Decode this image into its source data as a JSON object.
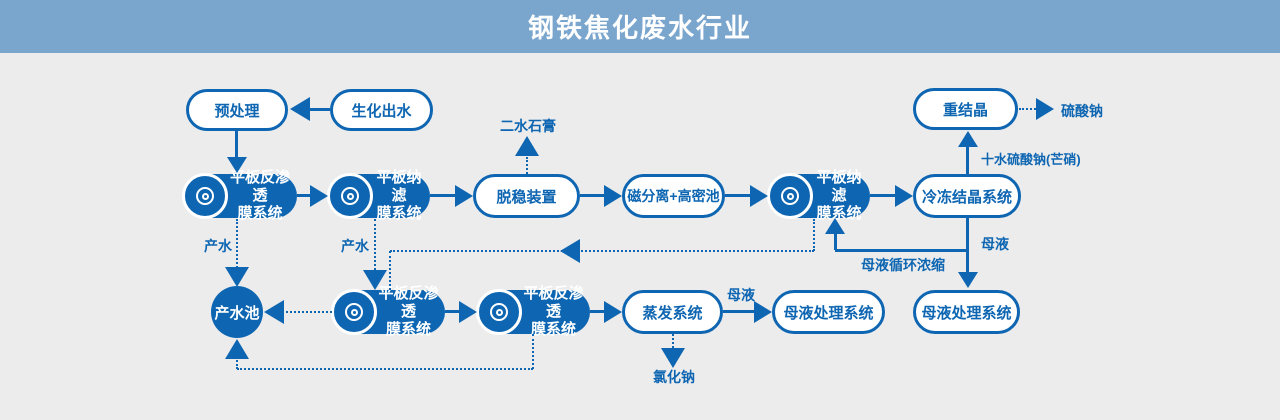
{
  "header": {
    "title": "钢铁焦化废水行业"
  },
  "colors": {
    "primary_blue": "#0e66b2",
    "header_bg": "#7aa6ce",
    "canvas_bg": "#ececec"
  },
  "nodes": {
    "yuchuli": {
      "label": "预处理"
    },
    "shenghua": {
      "label": "生化出水"
    },
    "chongjiejing": {
      "label": "重结晶"
    },
    "ro1": {
      "label": "平板反渗透\n膜系统"
    },
    "nf1": {
      "label": "平板纳滤\n膜系统"
    },
    "tuowen": {
      "label": "脱稳装置"
    },
    "cifenli": {
      "label": "磁分离+高密池"
    },
    "nf2": {
      "label": "平板纳滤\n膜系统"
    },
    "lengdong": {
      "label": "冷冻结晶系统"
    },
    "chanshuichi": {
      "label": "产水池"
    },
    "ro2": {
      "label": "平板反渗透\n膜系统"
    },
    "ro3": {
      "label": "平板反渗透\n膜系统"
    },
    "zhengfa": {
      "label": "蒸发系统"
    },
    "muye1": {
      "label": "母液处理系统"
    },
    "muye2": {
      "label": "母液处理系统"
    }
  },
  "edge_labels": {
    "ershuishigao": "二水石膏",
    "liusuanna": "硫酸钠",
    "shishuiliusuanna": "十水硫酸钠(芒硝)",
    "chanshui1": "产水",
    "chanshui2": "产水",
    "muye_right": "母液",
    "muyexunhuan": "母液循环浓缩",
    "muye_mid": "母液",
    "lvhuana": "氯化钠"
  }
}
